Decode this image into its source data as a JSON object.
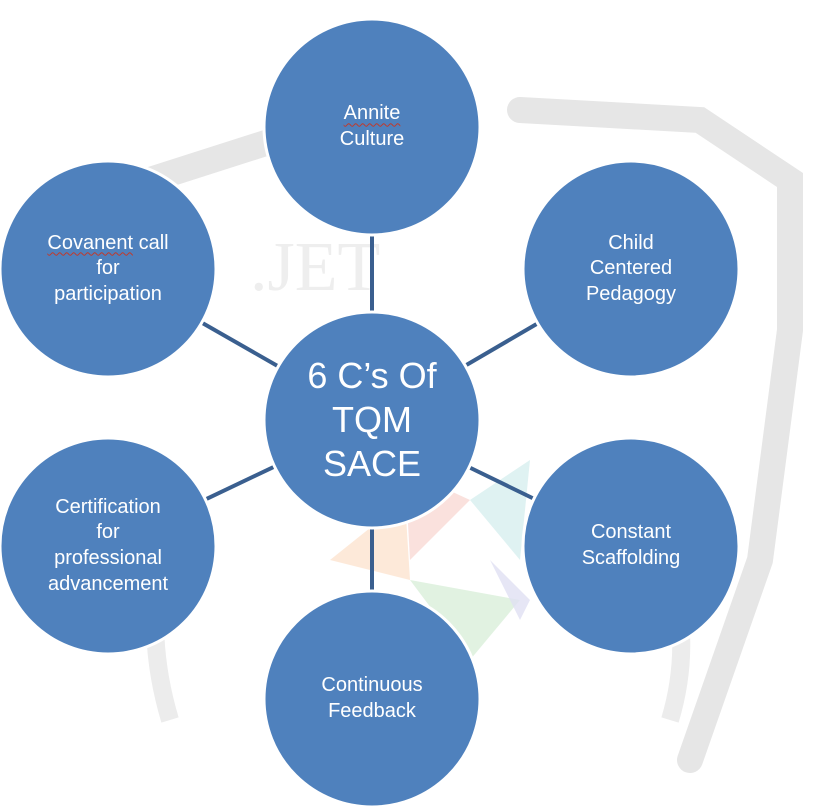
{
  "diagram": {
    "center": {
      "lines": [
        "6 C’s Of",
        "TQM",
        "SACE"
      ]
    },
    "nodes": [
      {
        "id": "annite-culture",
        "lines": [
          "Annite",
          "Culture"
        ],
        "underline_word": "Annite"
      },
      {
        "id": "child-centered-pedagogy",
        "lines": [
          "Child",
          "Centered",
          "Pedagogy"
        ]
      },
      {
        "id": "constant-scaffolding",
        "lines": [
          "Constant",
          "Scaffolding"
        ]
      },
      {
        "id": "continuous-feedback",
        "lines": [
          "Continuous",
          "Feedback"
        ]
      },
      {
        "id": "certification-professional-advancement",
        "lines": [
          "Certification",
          "for",
          "professional",
          "advancement"
        ]
      },
      {
        "id": "covenant-call-participation",
        "lines": [
          "Covanent call",
          "for",
          "participation"
        ],
        "underline_word": "Covanent"
      }
    ]
  },
  "colors": {
    "circle_fill": "#4f81bd",
    "circle_stroke": "#ffffff",
    "connector": "#3a5f8f",
    "text": "#ffffff",
    "spellcheck_underline": "#c0392b",
    "watermark": "#e6e6e6"
  }
}
